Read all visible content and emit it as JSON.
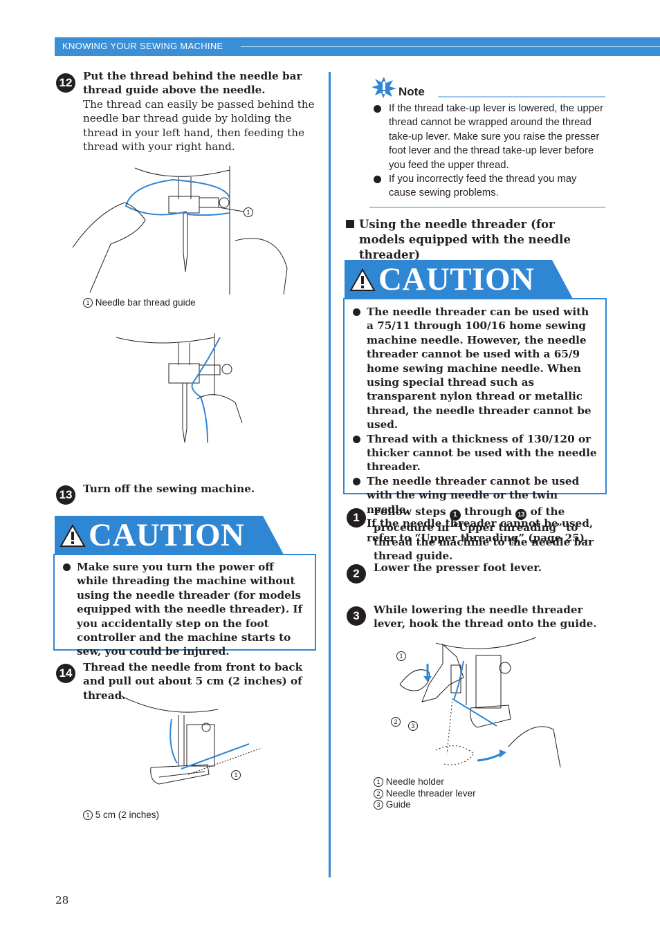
{
  "header": {
    "section": "KNOWING YOUR SEWING MACHINE"
  },
  "page_number": "28",
  "left": {
    "step12": {
      "badge": "12",
      "title": "Put the thread behind the needle bar thread guide above the needle.",
      "text": "The thread can easily be passed behind the needle bar thread guide by holding the thread in your left hand, then feeding the thread with your right hand.",
      "callout": "1",
      "caption_num": "1",
      "caption": "Needle bar thread guide"
    },
    "step13": {
      "badge": "13",
      "title": "Turn off the sewing machine."
    },
    "caution": {
      "title": "CAUTION",
      "items": [
        "Make sure you turn the power off while threading the machine without using the needle threader (for models equipped with the needle threader). If you accidentally step on the foot controller and the machine starts to sew, you could be injured."
      ]
    },
    "step14": {
      "badge": "14",
      "title": "Thread the needle from front to back and pull out about 5 cm (2 inches) of thread.",
      "callout": "1",
      "caption_num": "1",
      "caption": "5 cm (2 inches)"
    }
  },
  "right": {
    "note": {
      "title": "Note",
      "items": [
        "If the thread take-up lever is lowered, the upper thread cannot be wrapped around the thread take-up lever. Make sure you raise the presser foot lever and the thread take-up lever before you feed the upper thread.",
        "If you incorrectly feed the thread you may cause sewing problems."
      ]
    },
    "section_heading": "Using the needle threader (for models equipped with the needle threader)",
    "caution": {
      "title": "CAUTION",
      "items": [
        "The needle threader can be used with a 75/11 through 100/16 home sewing machine needle. However, the needle threader cannot be used with a 65/9 home sewing machine needle. When using special thread such as transparent nylon thread or metallic thread, the needle threader cannot be used.",
        "Thread with a thickness of 130/120 or thicker cannot be used with the needle threader.",
        "The needle threader cannot be used with the wing needle or the twin needle.",
        "If the needle threader cannot be used, refer to “Upper threading” (page 25)."
      ]
    },
    "step1": {
      "badge": "1",
      "parts": [
        "Follow steps ",
        "1",
        " through ",
        "13",
        " of the procedure in “Upper threading” to thread the machine to the needle bar thread guide."
      ]
    },
    "step2": {
      "badge": "2",
      "title": "Lower the presser foot lever."
    },
    "step3": {
      "badge": "3",
      "title": "While lowering the needle threader lever, hook the thread onto the guide.",
      "callouts": [
        "1",
        "2",
        "3"
      ],
      "captions": [
        {
          "num": "1",
          "text": "Needle holder"
        },
        {
          "num": "2",
          "text": "Needle threader lever"
        },
        {
          "num": "3",
          "text": "Guide"
        }
      ]
    }
  },
  "colors": {
    "accent": "#2f86d3",
    "header": "#3a8fd6",
    "text": "#231f20"
  }
}
